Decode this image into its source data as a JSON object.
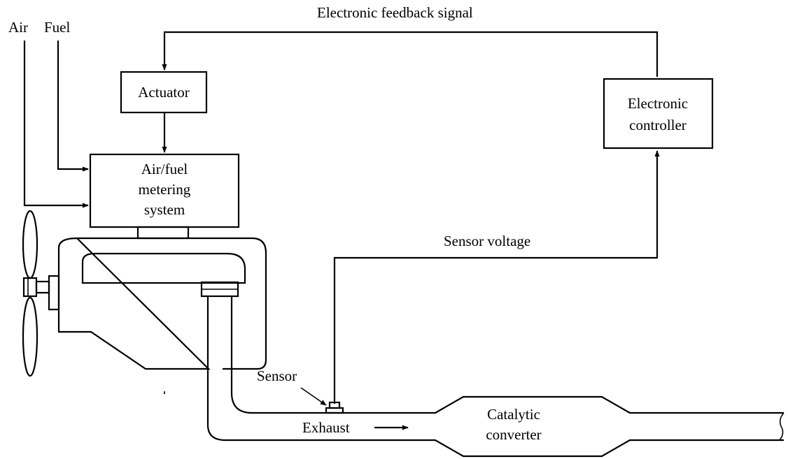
{
  "labels": {
    "air": "Air",
    "fuel": "Fuel",
    "feedback_signal": "Electronic feedback signal",
    "actuator": "Actuator",
    "metering_line1": "Air/fuel",
    "metering_line2": "metering",
    "metering_line3": "system",
    "controller_line1": "Electronic",
    "controller_line2": "controller",
    "sensor_voltage": "Sensor voltage",
    "sensor": "Sensor",
    "exhaust": "Exhaust",
    "catalytic_line1": "Catalytic",
    "catalytic_line2": "converter"
  }
}
